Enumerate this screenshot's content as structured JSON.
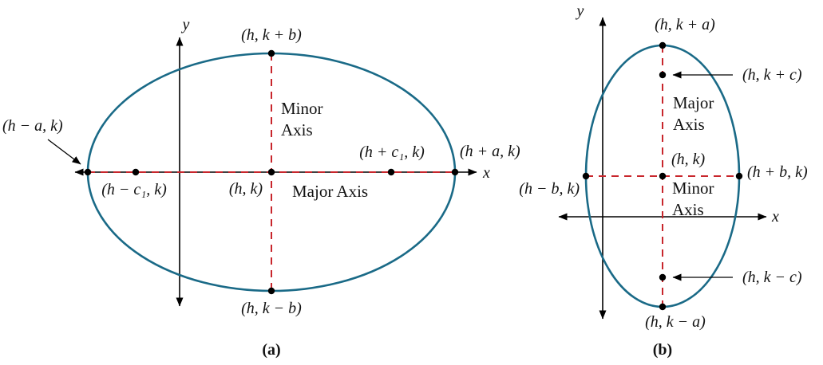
{
  "colors": {
    "ellipse_stroke": "#1a6a87",
    "dashed_axis": "#c8262c",
    "axis": "#000000",
    "text": "#131313"
  },
  "diagram_a": {
    "caption": "(a)",
    "y_axis_label": "y",
    "x_axis_label": "x",
    "labels": {
      "top_covertex": "(h, k + b)",
      "bottom_covertex": "(h, k − b)",
      "left_vertex": "(h − a, k)",
      "right_vertex": "(h + a, k)",
      "left_focus": "(h − c₁, k)",
      "right_focus": "(h + c₁, k)",
      "center": "(h, k)"
    },
    "minor_axis": [
      "Minor",
      "Axis"
    ],
    "major_axis": "Major Axis"
  },
  "diagram_b": {
    "caption": "(b)",
    "y_axis_label": "y",
    "x_axis_label": "x",
    "labels": {
      "top_vertex": "(h, k + a)",
      "bottom_vertex": "(h, k − a)",
      "upper_focus": "(h, k + c)",
      "lower_focus": "(h, k − c)",
      "left_covertex": "(h − b, k)",
      "right_covertex": "(h + b, k)",
      "center": "(h, k)"
    },
    "major_axis": [
      "Major",
      "Axis"
    ],
    "minor_axis": [
      "Minor",
      "Axis"
    ]
  }
}
